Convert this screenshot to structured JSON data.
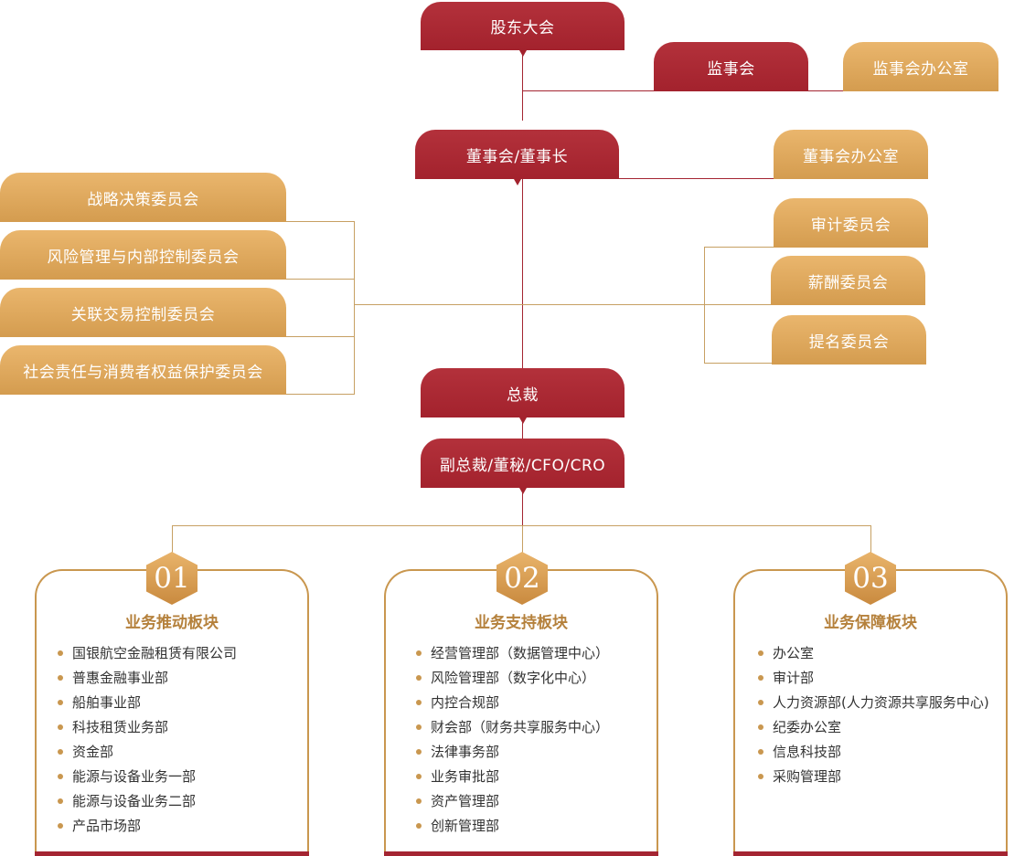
{
  "top": {
    "shareholders": "股东大会",
    "supervisory_board": "监事会",
    "supervisory_office": "监事会办公室",
    "board": "董事会/董事长",
    "board_office": "董事会办公室",
    "president": "总裁",
    "vice_president": "副总裁/董秘/CFO/CRO"
  },
  "left_committees": [
    "战略决策委员会",
    "风险管理与内部控制委员会",
    "关联交易控制委员会",
    "社会责任与消费者权益保护委员会"
  ],
  "right_committees": [
    "审计委员会",
    "薪酬委员会",
    "提名委员会"
  ],
  "sections": [
    {
      "number": "01",
      "title": "业务推动板块",
      "items": [
        "国银航空金融租赁有限公司",
        "普惠金融事业部",
        "船舶事业部",
        "科技租赁业务部",
        "资金部",
        "能源与设备业务一部",
        "能源与设备业务二部",
        "产品市场部"
      ]
    },
    {
      "number": "02",
      "title": "业务支持板块",
      "items": [
        "经营管理部（数据管理中心）",
        "风险管理部（数字化中心）",
        "内控合规部",
        "财会部（财务共享服务中心）",
        "法律事务部",
        "业务审批部",
        "资产管理部",
        "创新管理部"
      ]
    },
    {
      "number": "03",
      "title": "业务保障板块",
      "items": [
        "办公室",
        "审计部",
        "人力资源部(人力资源共享服务中心)",
        "纪委办公室",
        "信息科技部",
        "采购管理部"
      ]
    }
  ]
}
